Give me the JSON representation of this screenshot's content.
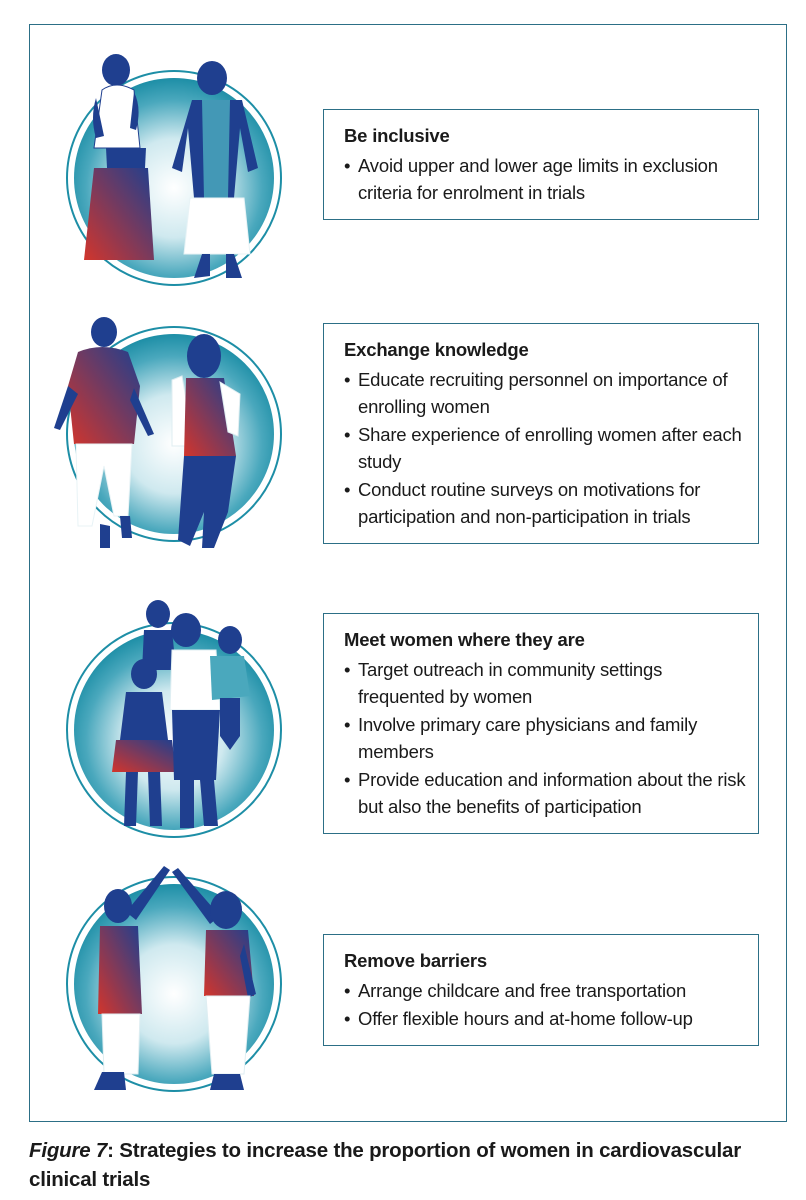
{
  "colors": {
    "border": "#2c6f86",
    "teal": "#1d8ea6",
    "navy": "#1f3f8f",
    "red": "#c93b34"
  },
  "strategies": [
    {
      "title": "Be inclusive",
      "bullets": [
        "Avoid upper and lower age limits in exclusion criteria for enrolment in trials"
      ],
      "illustration": "two-older-women-silhouette-icon"
    },
    {
      "title": "Exchange knowledge",
      "bullets": [
        "Educate recruiting personnel on importance of enrolling women",
        "Share experience of enrolling women after each study",
        "Conduct routine surveys on motivations for participation and non-participation in trials"
      ],
      "illustration": "two-women-walking-silhouette-icon"
    },
    {
      "title": "Meet women where they are",
      "bullets": [
        "Target outreach in community settings frequented by women",
        "Involve primary care physicians and family members",
        "Provide education and information about the risk but also the benefits of participation"
      ],
      "illustration": "women-with-children-silhouette-icon"
    },
    {
      "title": "Remove barriers",
      "bullets": [
        "Arrange childcare and free transportation",
        "Offer flexible hours and at-home follow-up"
      ],
      "illustration": "two-women-high-five-silhouette-icon"
    }
  ],
  "caption": {
    "label": "Figure 7",
    "separator": ":",
    "text": " Strategies to increase the proportion of women in cardiovascular clinical trials"
  }
}
